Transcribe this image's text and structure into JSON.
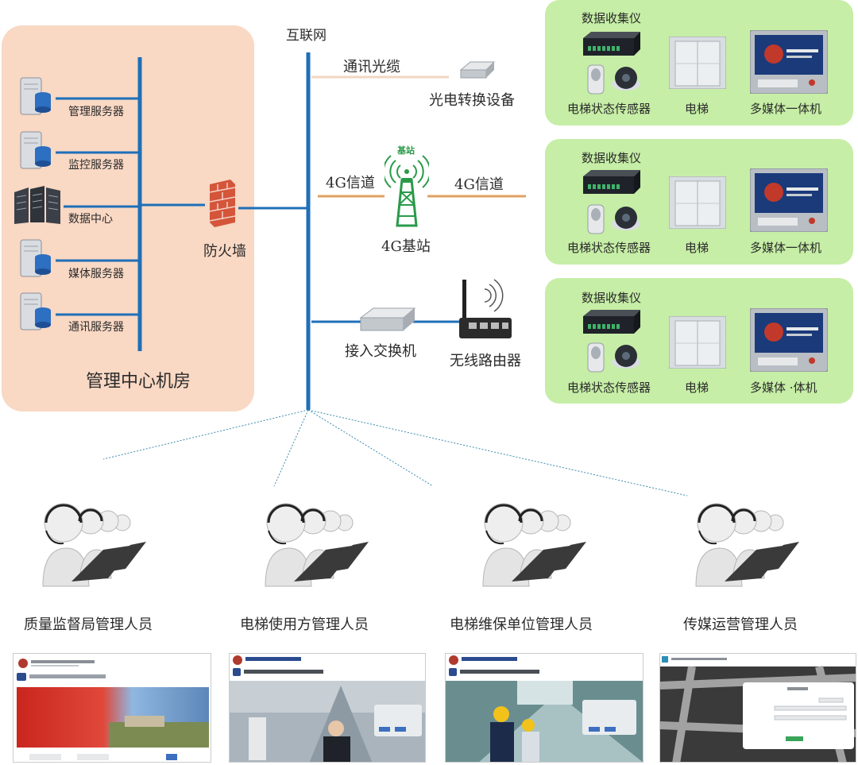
{
  "internet_label": "互联网",
  "management_center": {
    "title": "管理中心机房",
    "servers": [
      {
        "label": "管理服务器"
      },
      {
        "label": "监控服务器"
      },
      {
        "label": "数据中心"
      },
      {
        "label": "媒体服务器"
      },
      {
        "label": "通讯服务器"
      }
    ],
    "firewall_label": "防火墙"
  },
  "links": {
    "fiber_cable": "通讯光缆",
    "optical_converter": "光电转换设备",
    "channel_left": "4G信道",
    "channel_right": "4G信道",
    "base_station_tag": "基站",
    "base_station": "4G基站",
    "access_switch": "接入交换机",
    "wireless_router": "无线路由器"
  },
  "sites": [
    {
      "collector": "数据收集仪",
      "sensor": "电梯状态传感器",
      "elevator": "电梯",
      "kiosk": "多媒体一体机"
    },
    {
      "collector": "数据收集仪",
      "sensor": "电梯状态传感器",
      "elevator": "电梯",
      "kiosk": "多媒体一体机"
    },
    {
      "collector": "数据收集仪",
      "sensor": "电梯状态传感器",
      "elevator": "电梯",
      "kiosk": "多媒体 ·体机"
    }
  ],
  "operators": [
    {
      "label": "质量监督局管理人员"
    },
    {
      "label": "电梯使用方管理人员"
    },
    {
      "label": "电梯维保单位管理人员"
    },
    {
      "label": "传媒运营管理人员"
    }
  ],
  "colors": {
    "backbone": "#1f6fb8",
    "fiber": "#f2d6c2",
    "channel": "#e0a060",
    "panel_left": "#f9d8c4",
    "panel_site": "#c6eea6"
  },
  "icons": [
    "server-icon",
    "data-rack-icon",
    "firewall-icon",
    "optical-converter-icon",
    "base-station-icon",
    "switch-icon",
    "router-icon",
    "collector-icon",
    "sensor-icon",
    "camera-icon",
    "elevator-icon",
    "kiosk-icon",
    "operator-group-icon"
  ]
}
